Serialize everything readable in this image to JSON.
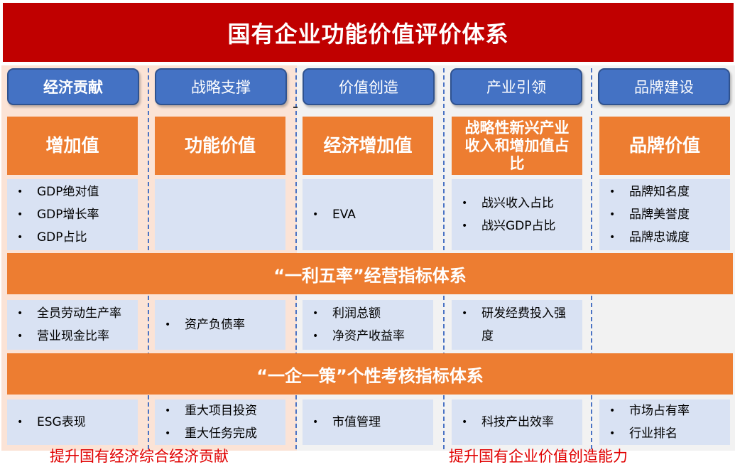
{
  "title": "国有企业功能价值评价体系",
  "categories": [
    {
      "label": "经济贡献"
    },
    {
      "label": "战略支撑"
    },
    {
      "label": "价值创造"
    },
    {
      "label": "产业引领"
    },
    {
      "label": "品牌建设"
    }
  ],
  "row1_headings": [
    "增加值",
    "功能价值",
    "经济增加值",
    "战略性新兴产业收入和增加值占比",
    "品牌价值"
  ],
  "row1_items": [
    [
      "GDP绝对值",
      "GDP增长率",
      "GDP占比"
    ],
    [],
    [
      "EVA"
    ],
    [
      "战兴收入占比",
      "战兴GDP占比"
    ],
    [
      "品牌知名度",
      "品牌美誉度",
      "品牌忠诚度"
    ]
  ],
  "band1": "“一利五率”经营指标体系",
  "row2_items": [
    [
      "全员劳动生产率",
      "营业现金比率"
    ],
    [
      "资产负债率"
    ],
    [
      "利润总额",
      "净资产收益率"
    ],
    [
      "研发经费投入强度"
    ],
    []
  ],
  "band2": "“一企一策”个性考核指标体系",
  "row3_items": [
    [
      "ESG表现"
    ],
    [
      "重大项目投资",
      "重大任务完成"
    ],
    [
      "市值管理"
    ],
    [
      "科技产出效率"
    ],
    [
      "市场占有率",
      "行业排名"
    ]
  ],
  "footer_left": "提升国有经济综合经济贡献",
  "footer_right": "提升国有企业价值创造能力",
  "colors": {
    "title_red": "#c00000",
    "header_blue": "#4472c4",
    "accent_orange": "#ed7d31",
    "cell_blue": "#d9e2f3",
    "footer_red": "#e00000"
  }
}
